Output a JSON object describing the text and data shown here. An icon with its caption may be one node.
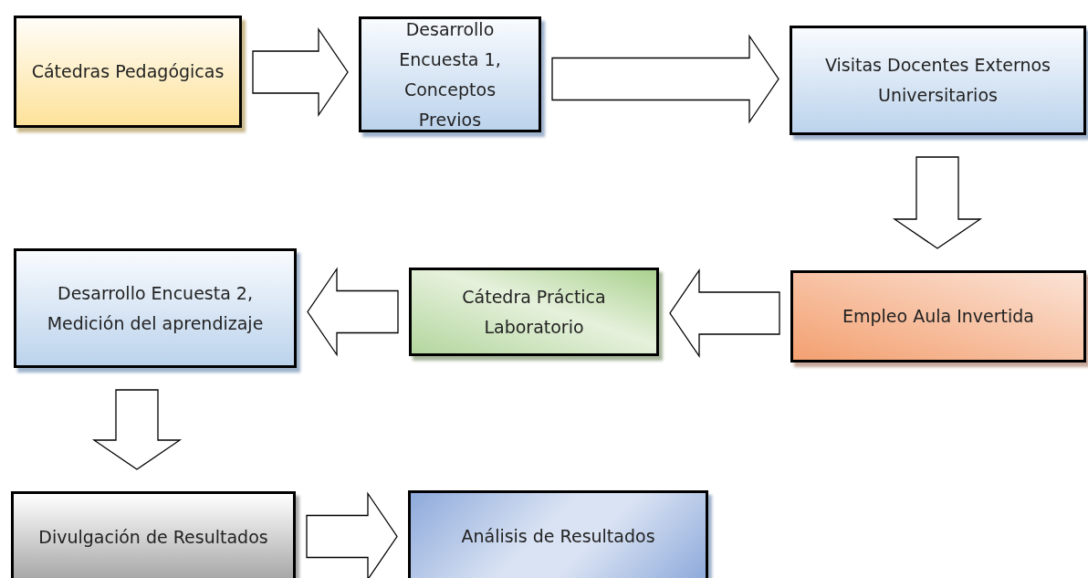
{
  "diagram": {
    "nodes": [
      {
        "text": [
          "Cátedras Pedagógicas"
        ]
      },
      {
        "text": [
          "Desarrollo Encuesta 1, Conceptos Previos"
        ]
      },
      {
        "text": [
          "Visitas Docentes Externos Universitarios"
        ]
      },
      {
        "text": [
          "Empleo Aula Invertida"
        ]
      },
      {
        "text": [
          "Cátedra Práctica Laboratorio"
        ]
      },
      {
        "text": [
          "Desarrollo Encuesta 2, Medición del aprendizaje"
        ]
      },
      {
        "text": [
          "Divulgación de Resultados"
        ]
      },
      {
        "text": [
          "Análisis de Resultados"
        ]
      }
    ],
    "edges": [
      {
        "from": 0,
        "to": 1,
        "arrow": "to"
      },
      {
        "from": 1,
        "to": 2,
        "arrow": "to"
      },
      {
        "from": 2,
        "to": 3,
        "arrow": "to"
      },
      {
        "from": 3,
        "to": 4,
        "arrow": "to"
      },
      {
        "from": 4,
        "to": 5,
        "arrow": "to"
      },
      {
        "from": 5,
        "to": 6,
        "arrow": "to"
      },
      {
        "from": 6,
        "to": 7,
        "arrow": "to"
      }
    ]
  }
}
